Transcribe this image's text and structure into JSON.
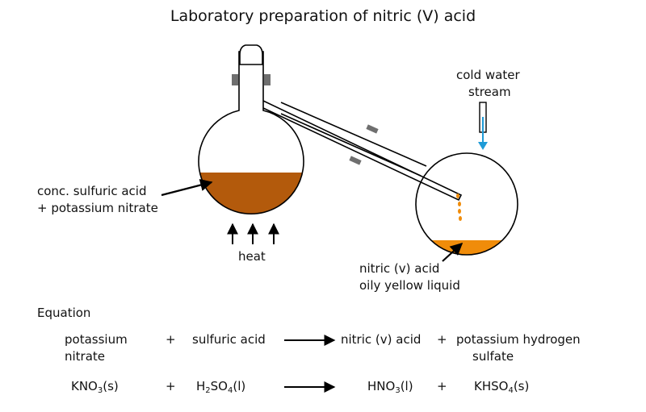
{
  "title": "Laboratory preparation of nitric (V) acid",
  "labels": {
    "water_line1": "cold water",
    "water_line2": "stream",
    "reactants_line1": "conc. sulfuric acid",
    "reactants_line2": "+ potassium nitrate",
    "heat": "heat",
    "product_line1": "nitric (v) acid",
    "product_line2": "oily yellow liquid"
  },
  "equation": {
    "heading": "Equation",
    "word": {
      "r1_line1": "potassium",
      "r1_line2": "nitrate",
      "plus1": "+",
      "r2": "sulfuric acid",
      "p1": "nitric (v) acid",
      "plus2": "+",
      "p2_line1": "potassium hydrogen",
      "p2_line2": "sulfate"
    },
    "symbol": {
      "plus1": "+",
      "plus2": "+"
    }
  },
  "colors": {
    "acid_mixture": "#b35a0c",
    "nitric_acid": "#f08c0a",
    "water_arrow": "#1e9bd7",
    "grey_clip": "#6f6f6f"
  }
}
